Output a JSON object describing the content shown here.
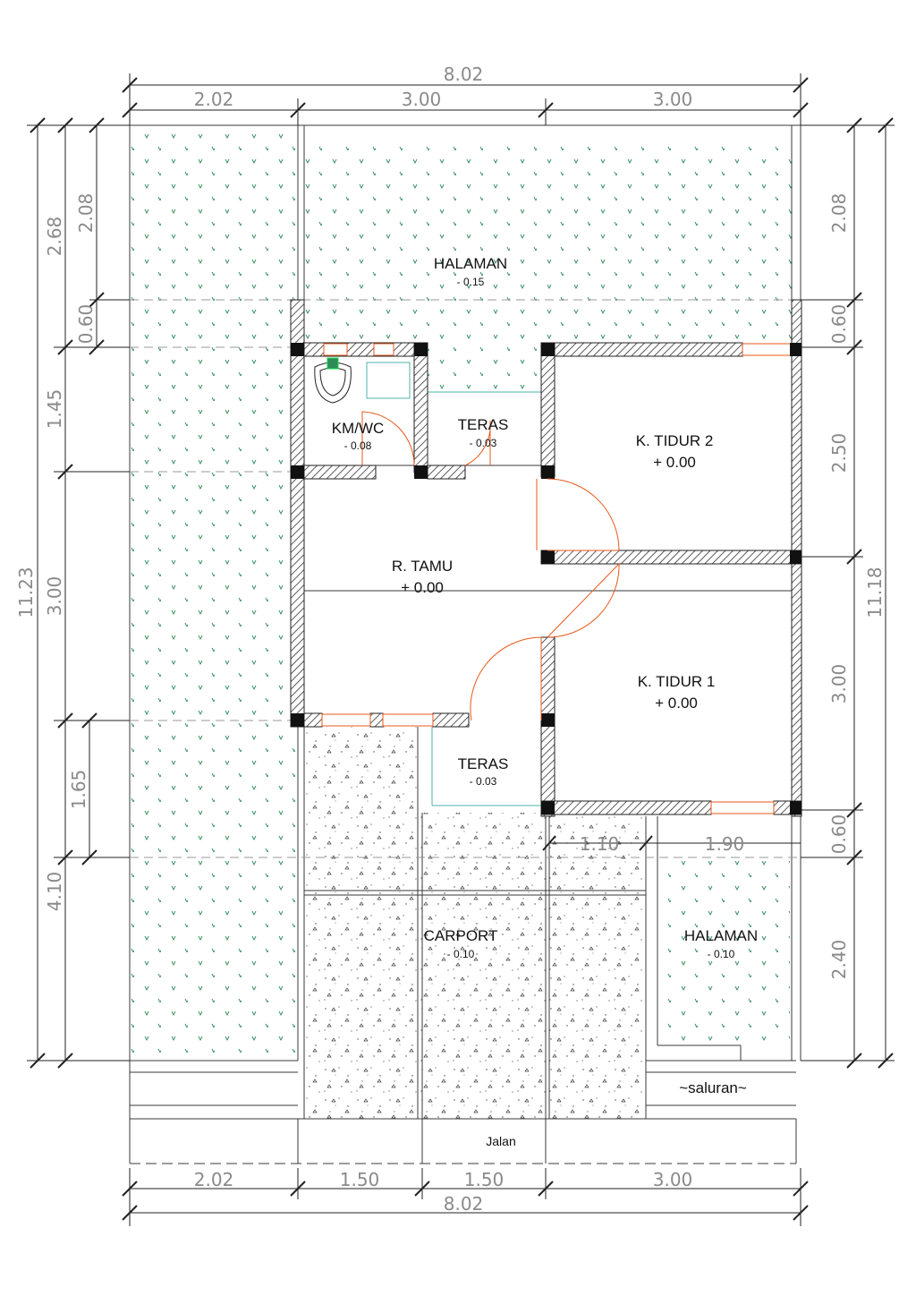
{
  "dimensions": {
    "top_total": "8.02",
    "top_segments": [
      "2.02",
      "3.00",
      "3.00"
    ],
    "bottom_segments": [
      "2.02",
      "1.50",
      "1.50",
      "3.00"
    ],
    "bottom_total": "8.02",
    "left_outer_total": "11.23",
    "left_segments": [
      "2.68",
      "1.45",
      "3.00",
      "4.10"
    ],
    "left_inner": [
      "2.08",
      "0.60",
      "1.65"
    ],
    "right_total": "11.18",
    "right_segments": [
      "2.08",
      "0.60",
      "2.50",
      "3.00",
      "0.60",
      "2.40"
    ],
    "inner_carport_split": [
      "1.10",
      "1.90"
    ]
  },
  "rooms": {
    "halaman_top": {
      "name": "HALAMAN",
      "level": "- 0.15"
    },
    "kmwc": {
      "name": "KM/WC",
      "level": "- 0.08"
    },
    "teras_top": {
      "name": "TERAS",
      "level": "- 0.03"
    },
    "k_tidur_2": {
      "name": "K. TIDUR 2",
      "level": "+ 0.00"
    },
    "r_tamu": {
      "name": "R. TAMU",
      "level": "+ 0.00"
    },
    "k_tidur_1": {
      "name": "K. TIDUR 1",
      "level": "+ 0.00"
    },
    "teras_bottom": {
      "name": "TERAS",
      "level": "- 0.03"
    },
    "carport": {
      "name": "CARPORT",
      "level": "- 0.10"
    },
    "halaman_bottom": {
      "name": "HALAMAN",
      "level": "- 0.10"
    }
  },
  "labels": {
    "saluran": "~saluran~",
    "jalan": "Jalan"
  },
  "colors": {
    "line": "#3a3a3a",
    "grass": "#2e8b57",
    "door": "#e8581a",
    "dim_text": "#8a8a8a",
    "window_line": "#4fb3a6"
  }
}
